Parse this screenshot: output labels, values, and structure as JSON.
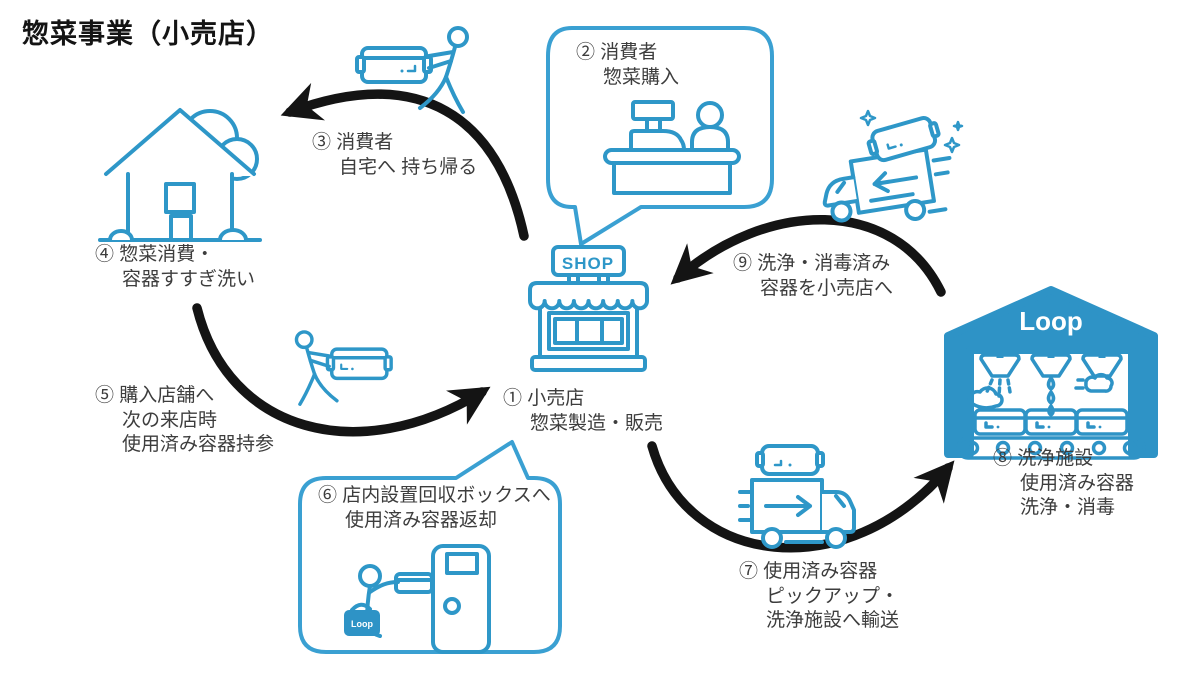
{
  "title": "惣菜事業（小売店）",
  "labels": {
    "step1": "① 小売店\n惣菜製造・販売",
    "step2": "② 消費者\n惣菜購入",
    "step3": "③ 消費者\n自宅へ 持ち帰る",
    "step4": "④ 惣菜消費・\n容器すすぎ洗い",
    "step5": "⑤ 購入店舗へ\n次の来店時\n使用済み容器持参",
    "step6": "⑥ 店内設置回収ボックスへ\n使用済み容器返却",
    "step7": "⑦ 使用済み容器\nピックアップ・\n洗浄施設へ輸送",
    "step8": "⑧ 洗浄施設\n使用済み容器\n洗浄・消毒",
    "step9": "⑨ 洗浄・消毒済み\n容器を小売店へ"
  },
  "shop_sign": "SHOP",
  "loop_logo": "Loop",
  "bag_logo": "Loop",
  "colors": {
    "icon_blue": "#2E97C8",
    "facility_fill_blue": "#2E93C6",
    "bubble_border_blue": "#3AA0D2",
    "arrow_black": "#141414",
    "text_dark": "#3d3d3d"
  },
  "icons": {
    "person-carrying-container-icon": "person walking with reusable container",
    "house-icon": "house with tree (consumer home)",
    "cashier-icon": "cash register and clerk at counter",
    "shop-icon": "storefront with SHOP sign",
    "clean-container-van-icon": "van returning sparkling clean container to shop",
    "washing-facility-icon": "Loop washing facility with showers and conveyor",
    "pickup-truck-icon": "truck picking up used container",
    "return-box-icon": "person returning container to in-store collection box"
  }
}
